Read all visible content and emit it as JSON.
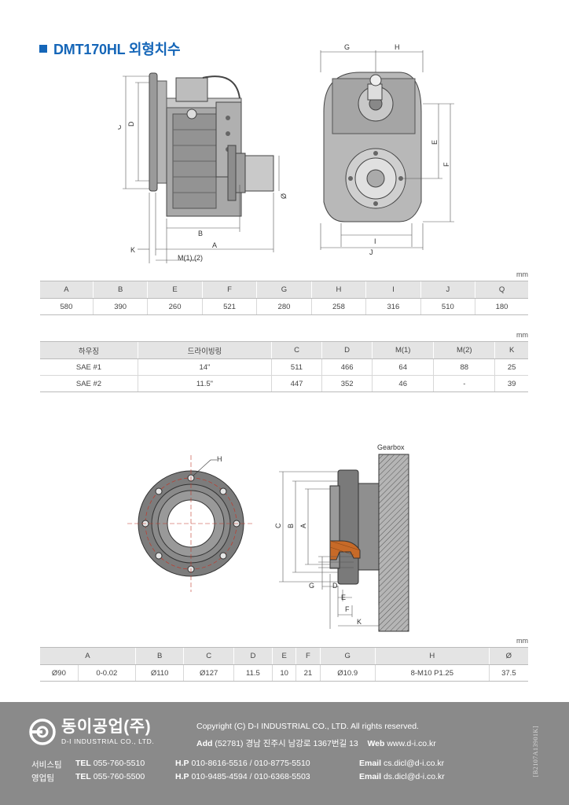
{
  "title": "DMT170HL 외형치수",
  "unit_label": "mm",
  "drawing_labels": {
    "side": {
      "C": "C",
      "D": "D",
      "B": "B",
      "A": "A",
      "K": "K",
      "M": "M(1),(2)",
      "Q": "Ø"
    },
    "front": {
      "G": "G",
      "H": "H",
      "E": "E",
      "F": "F",
      "I": "I",
      "J": "J"
    },
    "flange_front": {
      "H": "H"
    },
    "flange_section": {
      "gearbox": "Gearbox",
      "A": "A",
      "B": "B",
      "C": "C",
      "G": "G",
      "D": "D",
      "E": "E",
      "F": "F",
      "K": "K"
    }
  },
  "table1": {
    "headers": [
      "A",
      "B",
      "E",
      "F",
      "G",
      "H",
      "I",
      "J",
      "Q"
    ],
    "rows": [
      [
        "580",
        "390",
        "260",
        "521",
        "280",
        "258",
        "316",
        "510",
        "180"
      ]
    ]
  },
  "table2": {
    "headers": [
      "하우징",
      "드라이빙링",
      "C",
      "D",
      "M(1)",
      "M(2)",
      "K"
    ],
    "rows": [
      [
        "SAE #1",
        "14\"",
        "511",
        "466",
        "64",
        "88",
        "25"
      ],
      [
        "SAE #2",
        "11.5\"",
        "447",
        "352",
        "46",
        "-",
        "39"
      ]
    ]
  },
  "table3": {
    "headers": [
      "A",
      "B",
      "C",
      "D",
      "E",
      "F",
      "G",
      "H",
      "Ø"
    ],
    "rows": [
      [
        "Ø90",
        "0-0.02",
        "Ø110",
        "Ø127",
        "11.5",
        "10",
        "21",
        "Ø10.9",
        "8-M10 P1.25",
        "37.5"
      ]
    ]
  },
  "footer": {
    "company_ko": "동이공업(주)",
    "company_en": "D-I INDUSTRIAL CO., LTD.",
    "copyright": "Copyright (C) D-I INDUSTRIAL CO., LTD. All rights reserved.",
    "add_label": "Add",
    "address": "(52781) 경남 진주시 남강로 1367번길 13",
    "web_label": "Web",
    "web": "www.d-i.co.kr",
    "service": {
      "team": "서비스팀",
      "tel_label": "TEL",
      "tel": "055-760-5510",
      "hp_label": "H.P",
      "hp": "010-8616-5516 / 010-8775-5510",
      "email_label": "Email",
      "email": "cs.dicl@d-i.co.kr"
    },
    "sales": {
      "team": "영업팀",
      "tel_label": "TEL",
      "tel": "055-760-5500",
      "hp_label": "H.P",
      "hp": "010-9485-4594 / 010-6368-5503",
      "email_label": "Email",
      "email": "ds.dicl@d-i.co.kr"
    },
    "doc_code": "[B2107A13901K]"
  }
}
